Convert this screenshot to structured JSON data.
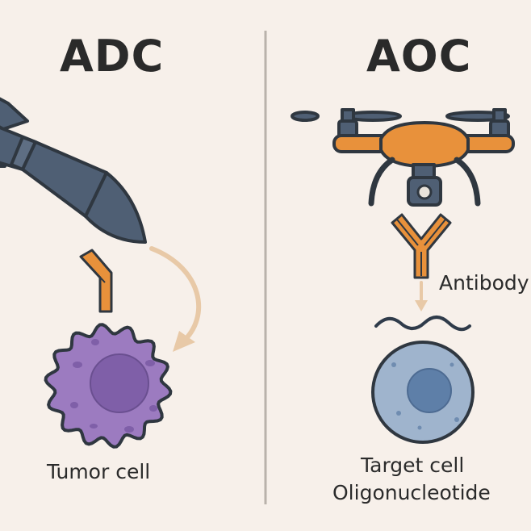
{
  "left": {
    "title": "ADC",
    "cell_label": "Tumor cell"
  },
  "right": {
    "title": "AOC",
    "antibody_label": "Antibody",
    "cell_label": "Target cell",
    "payload_label": "Oligonucleotide"
  },
  "colors": {
    "background": "#f7f0ea",
    "missile": "#4f5f74",
    "outline": "#2f3740",
    "orange": "#e8913b",
    "tumor": "#9c7bc0",
    "target_cell": "#9fb4cd",
    "arrow": "#e8c9a7"
  },
  "icons": [
    "missile-icon",
    "drone-icon",
    "antibody-icon",
    "tumor-cell-icon",
    "target-cell-icon",
    "oligonucleotide-wave-icon"
  ]
}
